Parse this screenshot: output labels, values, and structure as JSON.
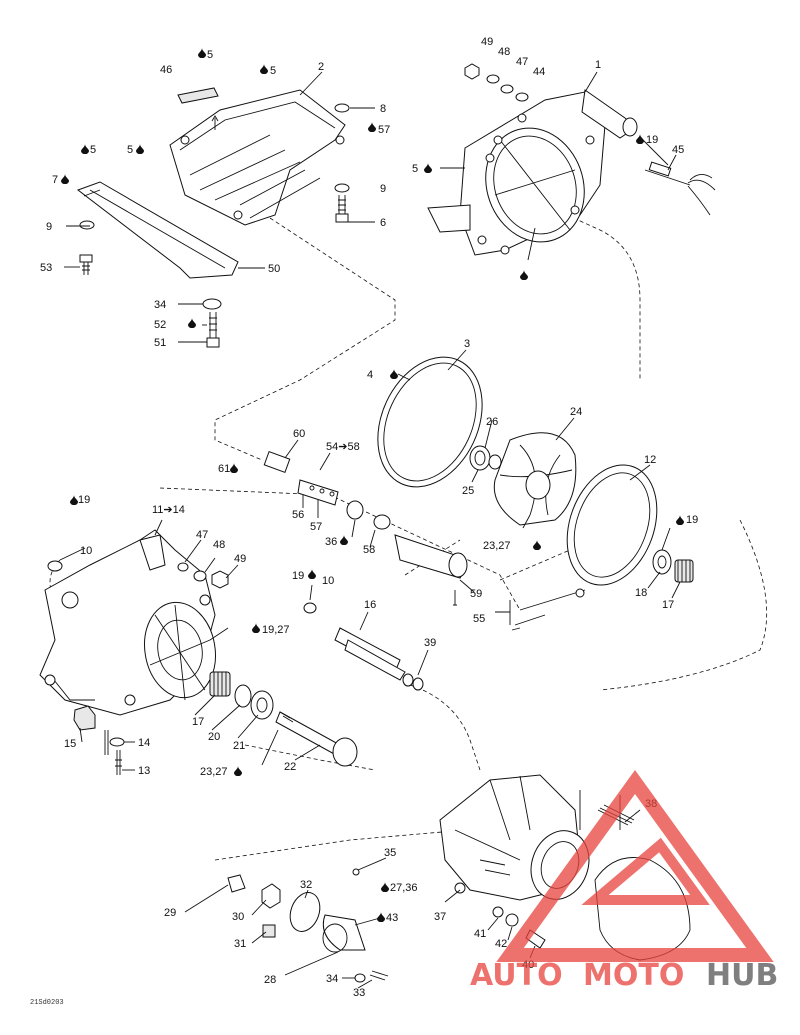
{
  "drawing_ref": "21Sd0203",
  "watermark": {
    "auto": "AUTO",
    "moto": "MOTO",
    "hub": "HUB",
    "color_red": "#e8423c",
    "color_dark": "#555555"
  },
  "labels": {
    "l1": "1",
    "l2": "2",
    "l3": "3",
    "l4": "4",
    "l5a": "5",
    "l5b": "5",
    "l5c": "5",
    "l5d": "5",
    "l5e": "5",
    "l57": "57",
    "l6": "6",
    "l7": "7",
    "l8": "8",
    "l9a": "9",
    "l9b": "9",
    "l10a": "10",
    "l10b": "10",
    "l11_14": "11➔14",
    "l12": "12",
    "l13": "13",
    "l14": "14",
    "l15": "15",
    "l16": "16",
    "l17a": "17",
    "l17b": "17",
    "l18": "18",
    "l19a": "19",
    "l19b": "19",
    "l19c": "19",
    "l19d": "19",
    "l19_27": "19,27",
    "l20": "20",
    "l21": "21",
    "l22": "22",
    "l2327a": "23,27",
    "l2327b": "23,27",
    "l24": "24",
    "l25": "25",
    "l26": "26",
    "l27_36": "27,36",
    "l28": "28",
    "l29": "29",
    "l30": "30",
    "l31": "31",
    "l32": "32",
    "l33": "33",
    "l34a": "34",
    "l34b": "34",
    "l35": "35",
    "l36": "36",
    "l37": "37",
    "l38": "38",
    "l39": "39",
    "l40": "40",
    "l41": "41",
    "l42": "42",
    "l43": "43",
    "l44": "44",
    "l45": "45",
    "l46": "46",
    "l47a": "47",
    "l47b": "47",
    "l48a": "48",
    "l48b": "48",
    "l49a": "49",
    "l49b": "49",
    "l50": "50",
    "l51": "51",
    "l52": "52",
    "l53": "53",
    "l54_58": "54➔58",
    "l55": "55",
    "l56": "56",
    "l58": "58",
    "l59": "59",
    "l60": "60",
    "l61": "61"
  }
}
